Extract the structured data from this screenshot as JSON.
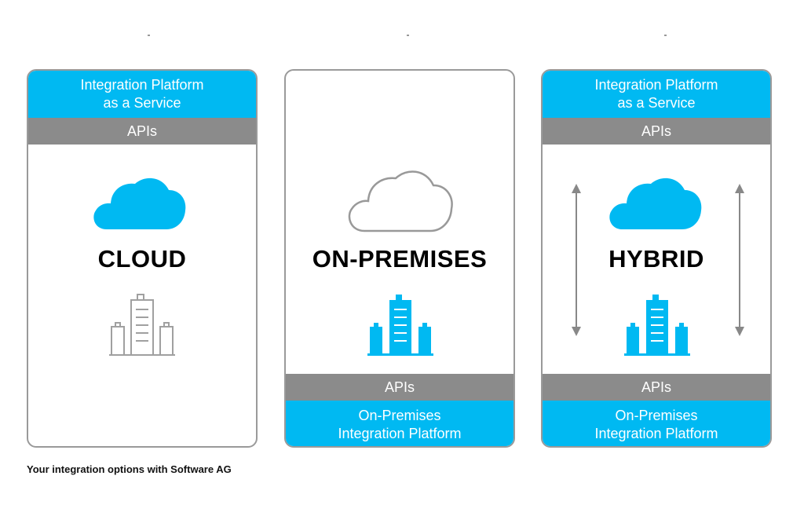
{
  "panels": {
    "cloud": {
      "top_band": [
        "Integration Platform",
        "as a Service"
      ],
      "top_apis": "APIs",
      "label": "CLOUD"
    },
    "onprem": {
      "label": "ON-PREMISES",
      "bottom_apis": "APIs",
      "bottom_band": [
        "On-Premises",
        "Integration Platform"
      ]
    },
    "hybrid": {
      "top_band": [
        "Integration Platform",
        "as a Service"
      ],
      "top_apis": "APIs",
      "label": "HYBRID",
      "bottom_apis": "APIs",
      "bottom_band": [
        "On-Premises",
        "Integration Platform"
      ]
    }
  },
  "caption": "Your integration options with Software AG",
  "colors": {
    "accent_blue": "#00b9f2",
    "api_grey": "#8b8b8b",
    "outline_grey": "#9a9a9a"
  },
  "icons": [
    "cloud-icon",
    "building-icon",
    "double-arrow-icon"
  ]
}
